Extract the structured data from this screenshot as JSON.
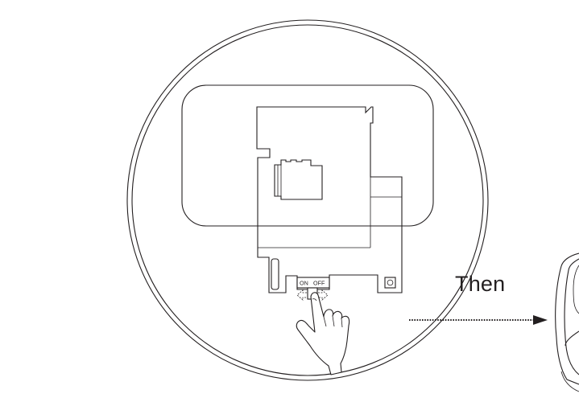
{
  "figure": {
    "switch": {
      "on_label": "ON",
      "off_label": "OFF"
    },
    "next_step_label": "Then",
    "icons": {
      "hand": "pointing-hand-icon",
      "arrow": "dotted-arrow-right-icon",
      "device": "device-edge"
    },
    "colors": {
      "stroke": "#231f20",
      "background": "#ffffff"
    }
  }
}
